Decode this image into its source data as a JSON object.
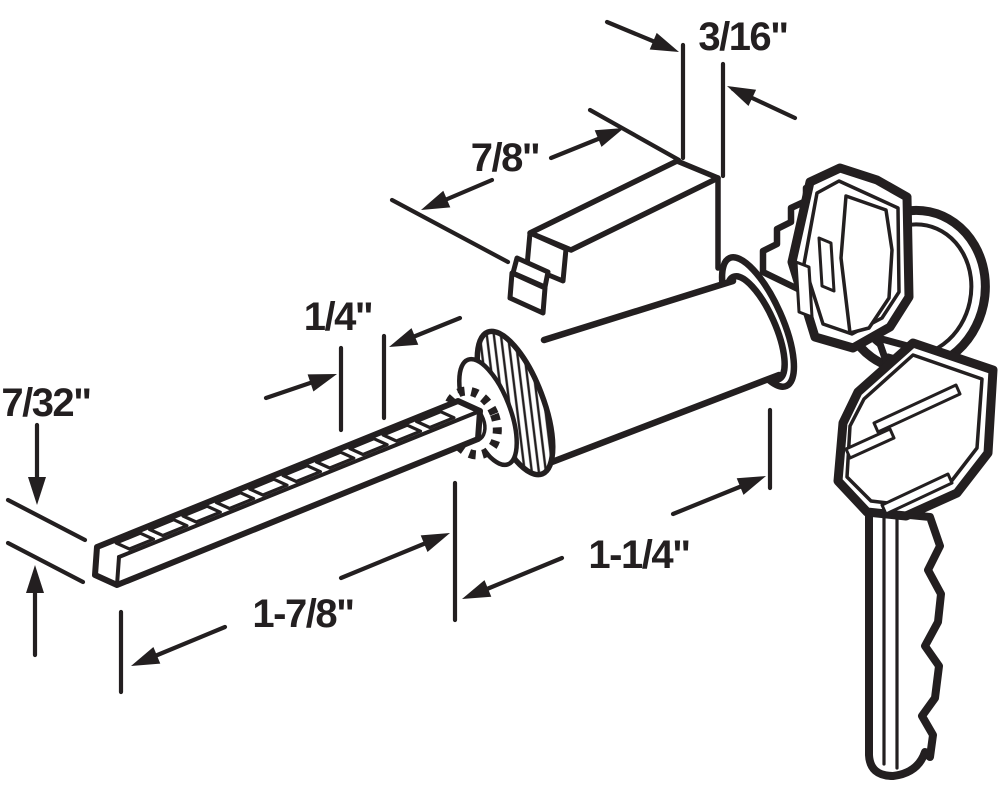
{
  "figure": {
    "background": "#ffffff",
    "ink": "#231f20",
    "kind": "technical-line-illustration"
  },
  "annotations": {
    "tailpiece_offset": "3/16\"",
    "block_length": "7/8\"",
    "spline_gap": "1/4\"",
    "bar_thickness": "7/32\"",
    "bar_length": "1-7/8\"",
    "cylinder_length": "1-1/4\""
  }
}
